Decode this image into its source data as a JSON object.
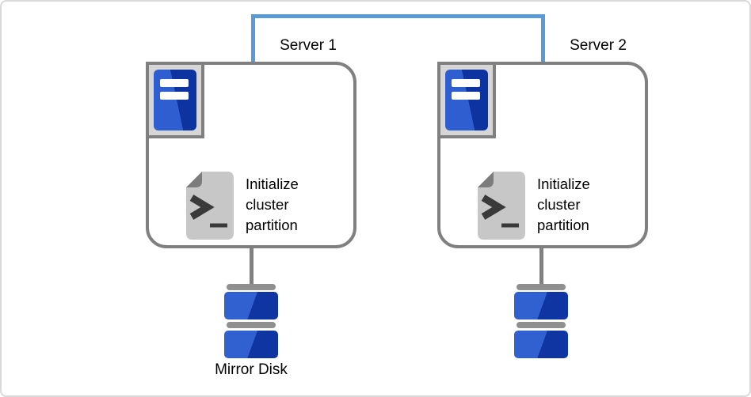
{
  "diagram": {
    "type": "cluster-setup-diagram",
    "servers": [
      {
        "label": "Server 1",
        "action": "Initialize\ncluster\npartition"
      },
      {
        "label": "Server 2",
        "action": "Initialize\ncluster\npartition"
      }
    ],
    "disk": {
      "label": "Mirror Disk"
    },
    "icons": {
      "server": "server-tower-icon",
      "script": "terminal-script-icon",
      "disk": "disk-stack-icon"
    },
    "colors": {
      "link_blue": "#5b9bd5",
      "border_gray": "#808080",
      "badge_fill": "#d6d6d6",
      "server_blue_light": "#2e5ecf",
      "server_blue_dark": "#0d33a0",
      "disk_blue_light": "#3161d0",
      "disk_blue_dark": "#0f35a2",
      "disk_cap_gray": "#8f8f8f",
      "script_doc_gray": "#c7c7c7",
      "script_fold_gray": "#7c7c7c",
      "script_glyph": "#3a3a3a"
    }
  }
}
